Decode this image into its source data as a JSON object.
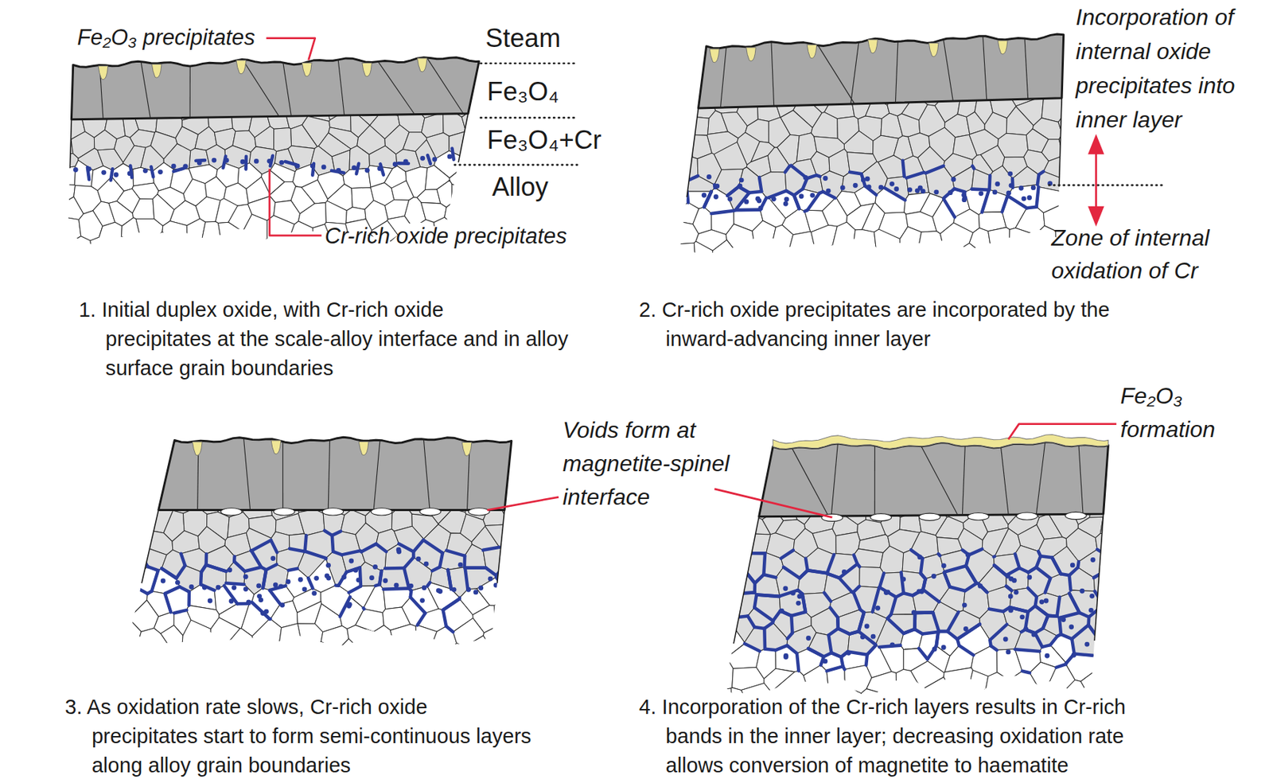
{
  "diagram": {
    "labels": [
      "Fe₂O₃ precipitates",
      "Steam",
      "Fe₃O₄",
      "Fe₃O₄+Cr",
      "Alloy",
      "Cr-rich oxide precipitates",
      "1. Initial duplex oxide, with Cr-rich oxide precipitates at the scale-alloy interface and in alloy surface grain boundaries",
      "Incorporation of internal oxide precipitates into inner layer",
      "Zone of internal oxidation of Cr",
      "2. Cr-rich oxide precipitates are incorporated by the inward-advancing inner layer",
      "Voids form at magnetite-spinel interface",
      "3. As oxidation rate slows, Cr-rich oxide precipitates start to form semi-continuous layers along alloy grain boundaries",
      "Fe₂O₃ formation",
      "4. Incorporation of the Cr-rich layers results in Cr-rich bands in the inner layer; decreasing oxidation rate allows conversion of magnetite to haematite"
    ]
  }
}
